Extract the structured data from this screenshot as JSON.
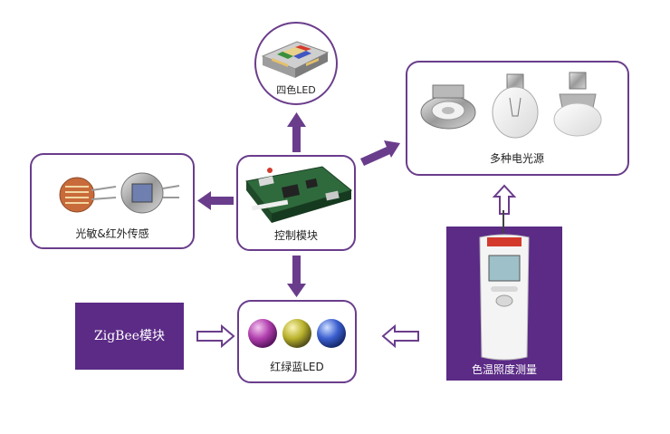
{
  "nodes": {
    "rgbw_led": {
      "label": "四色LED"
    },
    "light_sources": {
      "label": "多种电光源"
    },
    "sensors": {
      "label": "光敏&红外传感"
    },
    "control_module": {
      "label": "控制模块"
    },
    "zigbee_module": {
      "label": "ZigBee模块"
    },
    "rgb_led": {
      "label": "红绿蓝LED"
    },
    "meter": {
      "label": "色温照度测量"
    }
  },
  "colors": {
    "accent": "#6a3d8c",
    "zigbee_bg": "#5b2b86",
    "meter_bg": "#5b2b86"
  }
}
